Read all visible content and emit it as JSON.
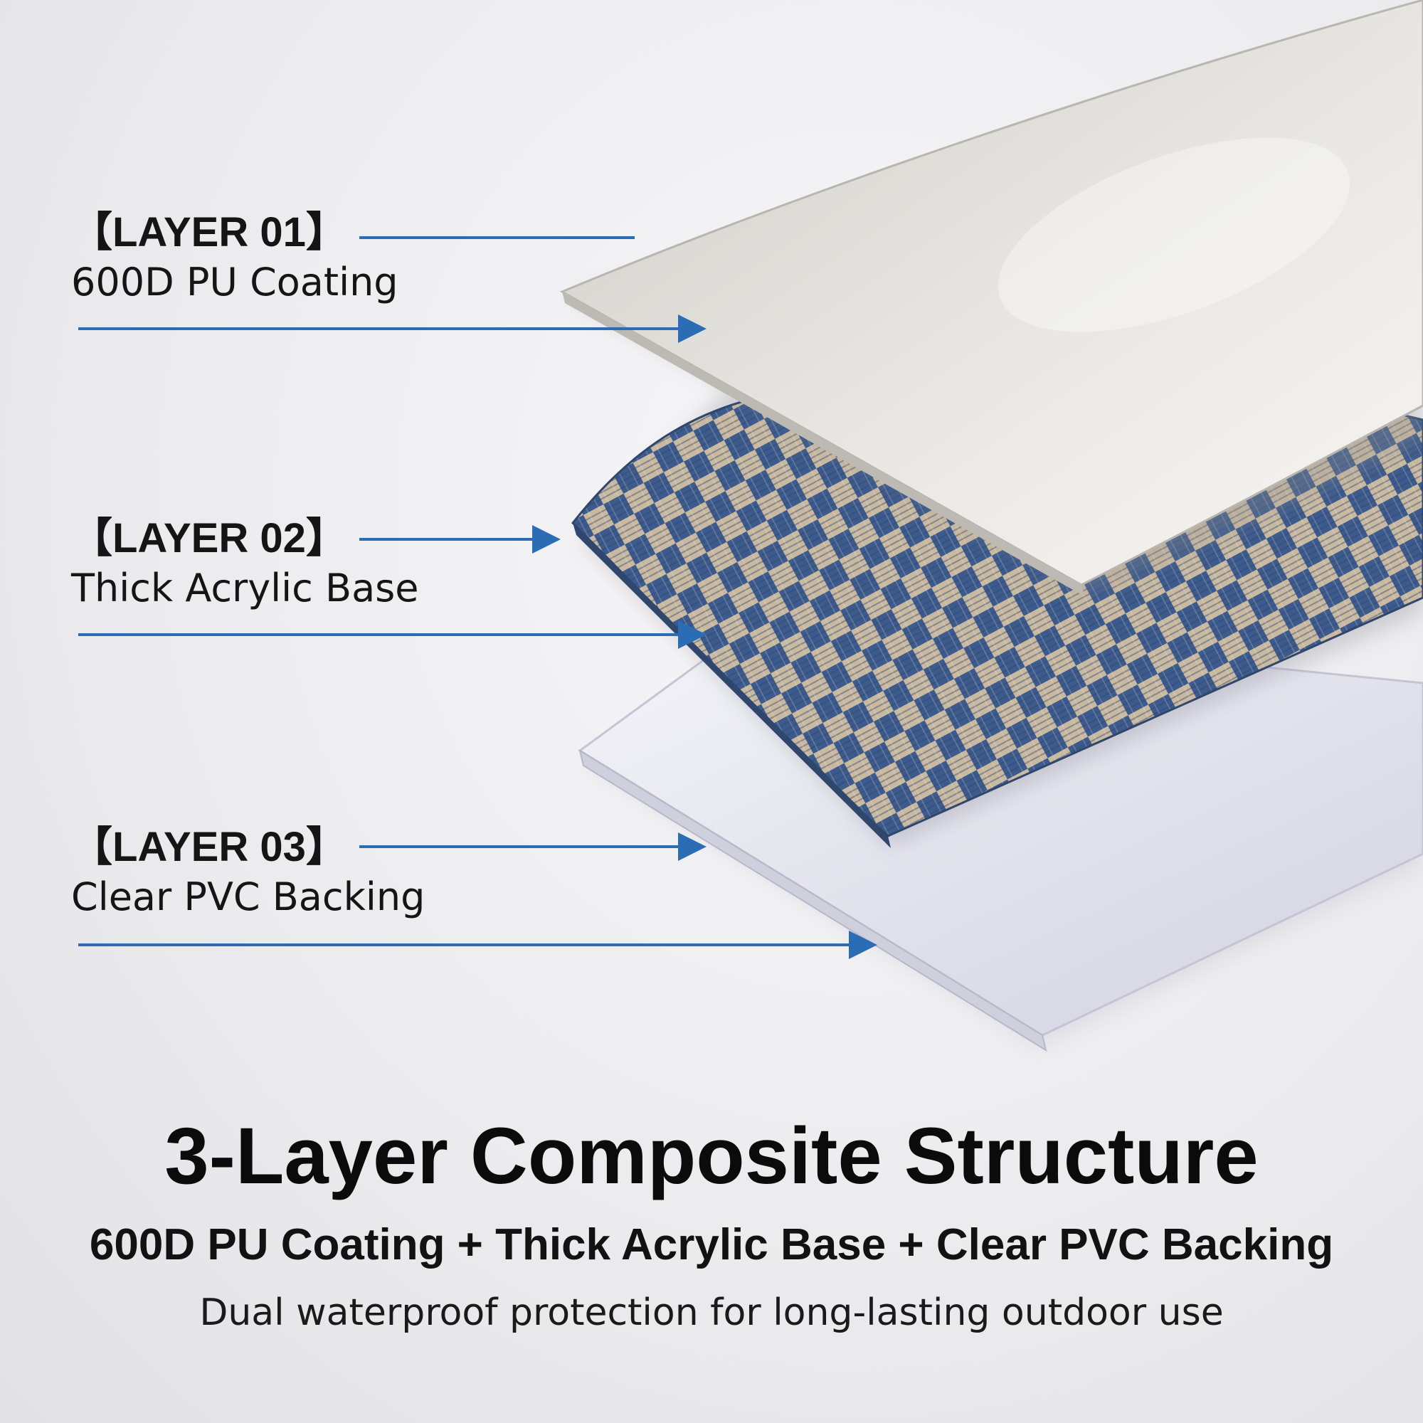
{
  "colors": {
    "arrow_blue": "#2a6db5",
    "pu_coating": "#dcdad6",
    "fabric_blue": "#3c5a8c",
    "fabric_beige": "#c9b9a1",
    "pvc_clear": "#e4e4ee"
  },
  "layers": [
    {
      "tag": "【LAYER 01】",
      "name": "600D PU Coating"
    },
    {
      "tag": "【LAYER 02】",
      "name": "Thick Acrylic Base"
    },
    {
      "tag": "【LAYER 03】",
      "name": "Clear PVC Backing"
    }
  ],
  "title": "3-Layer Composite Structure",
  "subtitle": "600D PU Coating + Thick Acrylic Base + Clear PVC Backing",
  "tagline": "Dual waterproof protection for long-lasting outdoor use"
}
